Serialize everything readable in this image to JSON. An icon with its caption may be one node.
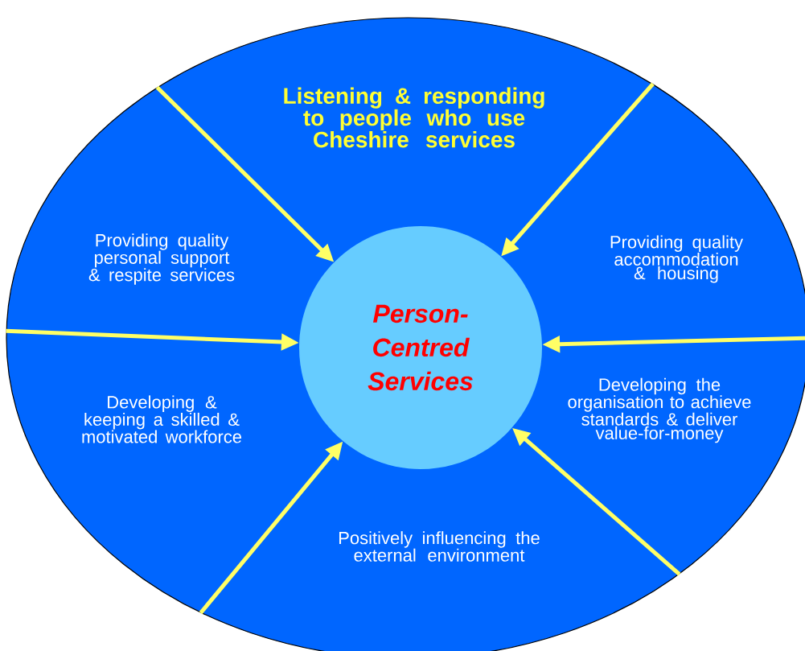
{
  "diagram": {
    "nodes": [
      {
        "text": [],
        "shape": "ellipse"
      },
      {
        "text": [
          "Person-Centred Services"
        ],
        "in": 0
      }
    ],
    "edges": [
      {
        "from": 0,
        "to": 1,
        "arrow": "to"
      },
      {
        "from": 0,
        "to": 1,
        "arrow": "to"
      },
      {
        "from": 0,
        "to": 1,
        "arrow": "to"
      },
      {
        "from": 0,
        "to": 1,
        "arrow": "to"
      },
      {
        "from": 0,
        "to": 1,
        "arrow": "to"
      },
      {
        "from": 0,
        "to": 1,
        "arrow": "to"
      }
    ],
    "labels": [
      "Listening & responding to people who use Cheshire services",
      "Providing quality personal support & respite services",
      "Providing quality accommodation & housing",
      "Developing & keeping a skilled & motivated workforce",
      "Developing the organisation to achieve standards & deliver value-for-money",
      "Positively influencing the external environment"
    ]
  }
}
